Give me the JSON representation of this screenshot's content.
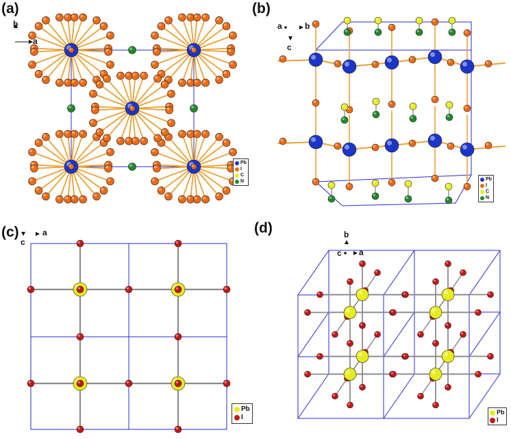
{
  "panels": {
    "a": {
      "label": "(a)",
      "axes": {
        "a": "a",
        "b": "b"
      }
    },
    "b": {
      "label": "(b)",
      "axes": {
        "a": "a",
        "b": "b",
        "c": "c"
      }
    },
    "c": {
      "label": "(c)",
      "axes": {
        "a": "a",
        "c": "c"
      }
    },
    "d": {
      "label": "(d)",
      "axes": {
        "a": "a",
        "b": "b",
        "c": "c"
      }
    }
  },
  "legend_ab": [
    {
      "label": "Pb",
      "color": "#1a35c8"
    },
    {
      "label": "I",
      "color": "#f26a10"
    },
    {
      "label": "C",
      "color": "#e6ef1c"
    },
    {
      "label": "N",
      "color": "#1f8a2a"
    }
  ],
  "legend_cd": [
    {
      "label": "Pb",
      "color": "#e8ec1a"
    },
    {
      "label": "I",
      "color": "#c81616"
    }
  ],
  "colors": {
    "cell_line": "#2a2ad0",
    "bond_orange": "#e9a23a",
    "bond_grey": "#8a8a8a",
    "pb_blue": "#1a35c8",
    "iodine_orange": "#f26a10",
    "carbon_yellow": "#e6ef1c",
    "nitrogen_green": "#1f8a2a",
    "pb_yellow": "#e8ec1a",
    "iodine_red": "#c81616"
  }
}
